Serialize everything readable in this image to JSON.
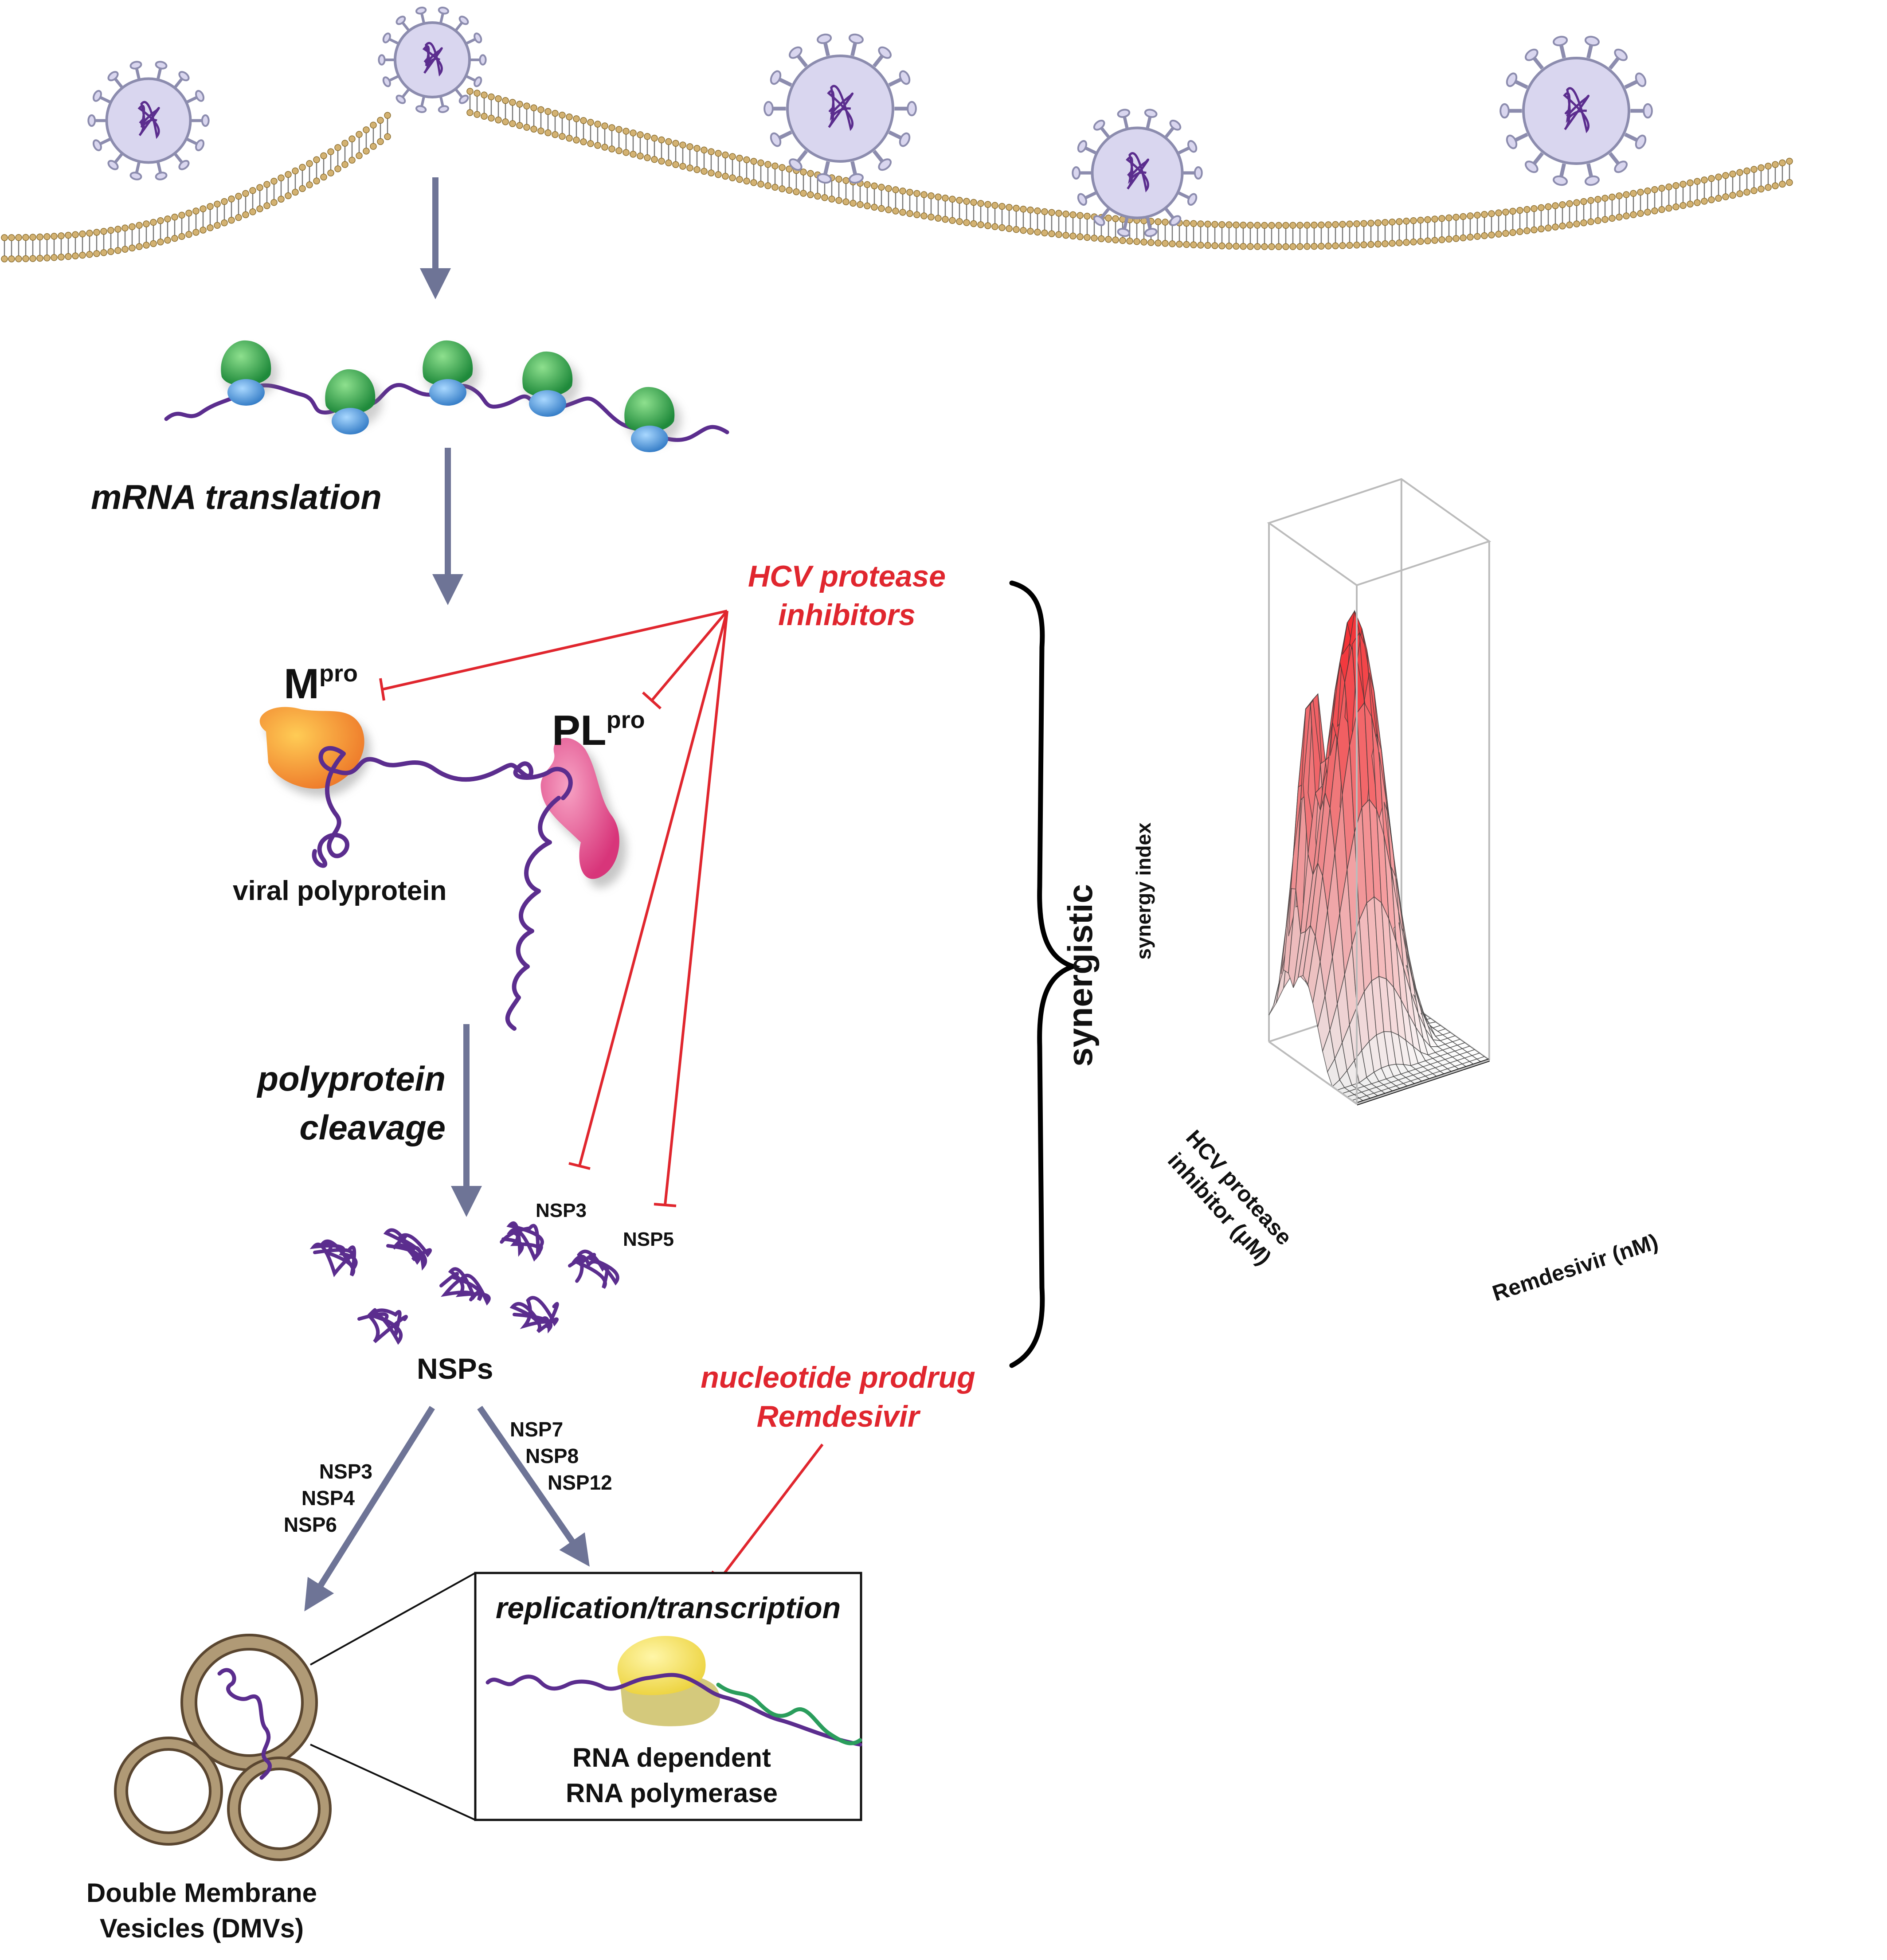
{
  "colors": {
    "arrow": "#6e7496",
    "inhibitor": "#e0262e",
    "rna": "#5b2d8e",
    "virus_fill": "#d9d6ef",
    "virus_stroke": "#8c8cae",
    "membrane_head": "#d3b272",
    "dmv_ring": "#b09a76",
    "ribosome_large": "#35a853",
    "ribosome_small": "#4f93d4",
    "mpro": "#f08f2c",
    "plpro": "#e0508c",
    "polymerase": "#f0dc5a",
    "new_strand": "#2a9d5c",
    "surface_peak": "#e8262c"
  },
  "icons": [
    "virus-icon",
    "ribosome-icon",
    "protease-icon",
    "vesicle-icon"
  ],
  "labels": {
    "mrna_translation": "mRNA translation",
    "mpro_main": "M",
    "mpro_sup": "pro",
    "plpro_main": "PL",
    "plpro_sup": "pro",
    "viral_polyprotein": "viral polyprotein",
    "polyprotein_line1": "polyprotein",
    "polyprotein_line2": "cleavage",
    "nsp3": "NSP3",
    "nsp5": "NSP5",
    "nsps": "NSPs",
    "left_branch": [
      "NSP3",
      "NSP4",
      "NSP6"
    ],
    "right_branch": [
      "NSP7",
      "NSP8",
      "NSP12"
    ],
    "replication": "replication/transcription",
    "rdrp_line1": "RNA dependent",
    "rdrp_line2": "RNA polymerase",
    "dmv_line1": "Double Membrane",
    "dmv_line2": "Vesicles (DMVs)",
    "hcv_line1": "HCV protease",
    "hcv_line2": "inhibitors",
    "nuc_line1": "nucleotide prodrug",
    "nuc_line2": "Remdesivir",
    "synergistic": "synergistic"
  },
  "chart_data": {
    "type": "surface",
    "zlabel": "synergy index",
    "axis_hcv_line1": "HCV protease",
    "axis_hcv_line2": "inhibitor (μM)",
    "axis_remdesivir": "Remdesivir (nM)",
    "grid_cells": 18,
    "peak": "high synergy at intermediate concentrations of both drugs",
    "surface_peak_color": "#e8262c"
  }
}
